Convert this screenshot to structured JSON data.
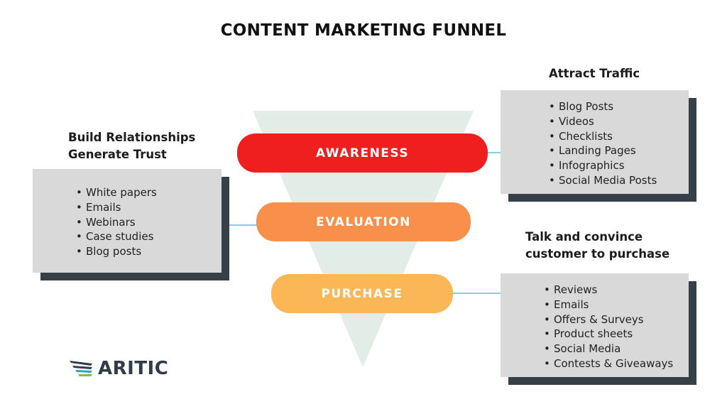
{
  "title": "CONTENT MARKETING FUNNEL",
  "colors": {
    "funnel": "#e3ede7",
    "awareness": "#ef1f1f",
    "evaluation": "#f88f4b",
    "purchase": "#fbb756",
    "box": "#d9d9d9",
    "box_shadow": "#384047",
    "connector": "#4fc3d9"
  },
  "stages": [
    {
      "label": "AWARENESS"
    },
    {
      "label": "EVALUATION"
    },
    {
      "label": "PURCHASE"
    }
  ],
  "left_panel": {
    "heading_lines": [
      "Build Relationships",
      "Generate Trust"
    ],
    "items": [
      "White papers",
      "Emails",
      "Webinars",
      "Case studies",
      "Blog posts"
    ]
  },
  "right_top_panel": {
    "heading": "Attract Traffic",
    "items": [
      "Blog Posts",
      "Videos",
      "Checklists",
      "Landing Pages",
      "Infographics",
      "Social Media Posts"
    ]
  },
  "right_bottom_panel": {
    "heading_lines": [
      "Talk and convince",
      "customer to purchase"
    ],
    "items": [
      "Reviews",
      "Emails",
      "Offers & Surveys",
      "Product sheets",
      "Social Media",
      "Contests & Giveaways"
    ]
  },
  "logo": {
    "text": "ARITIC",
    "icon": "wing-icon"
  }
}
